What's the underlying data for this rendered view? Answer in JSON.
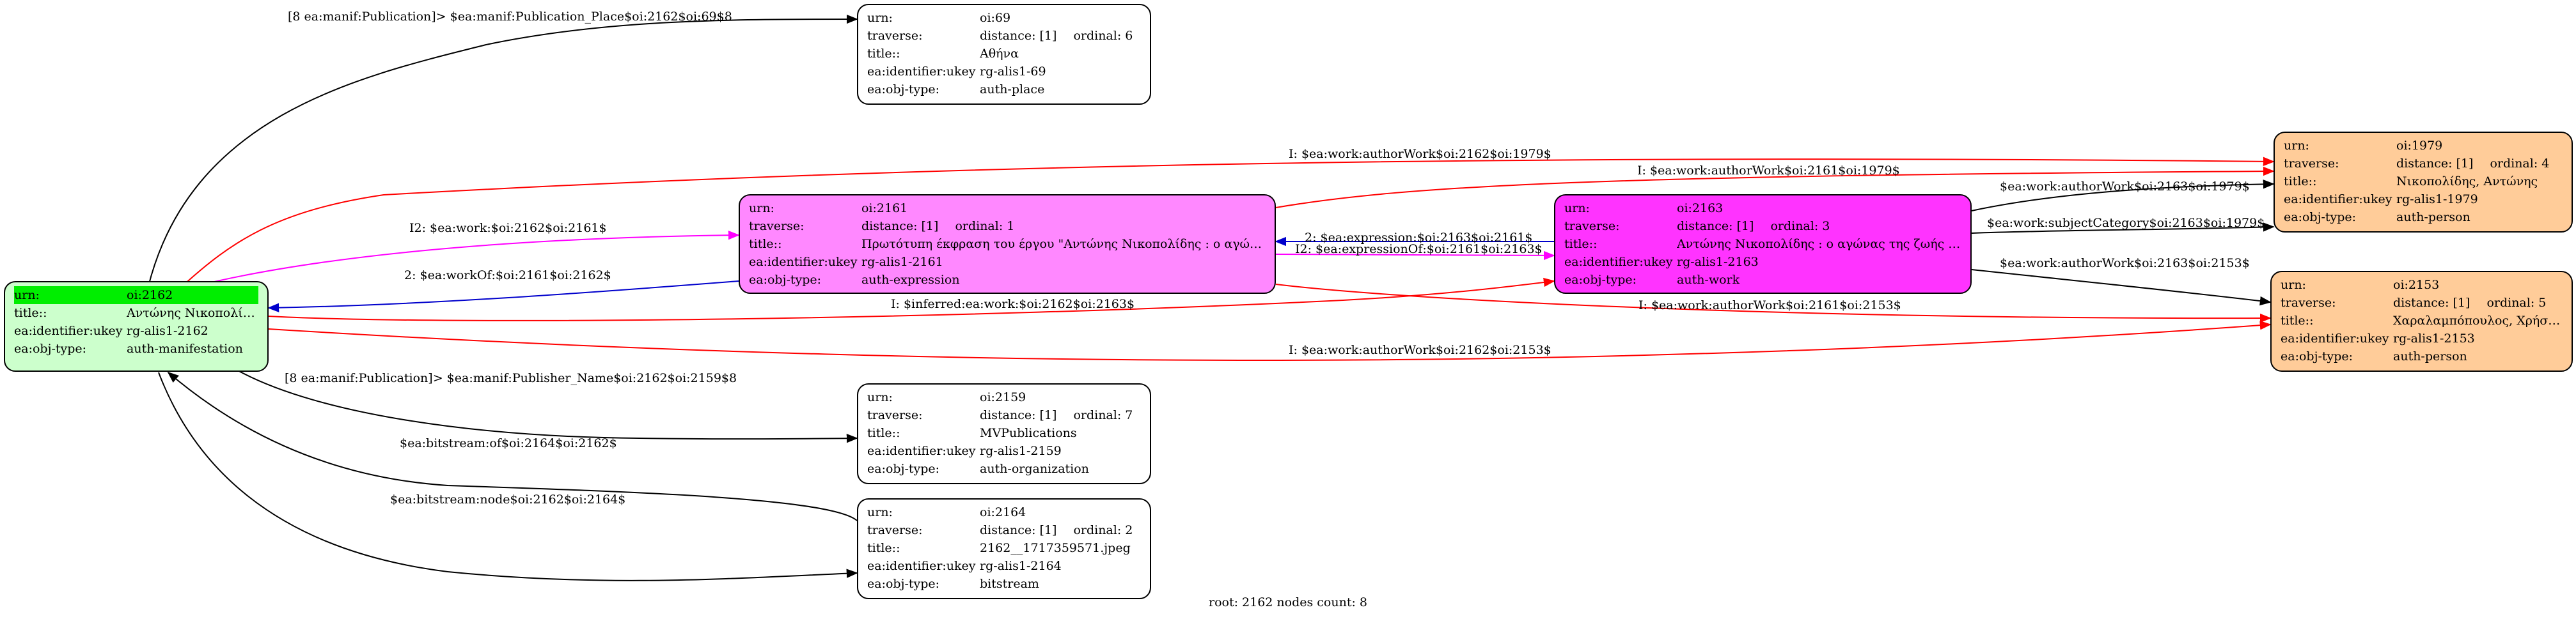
{
  "nodes": {
    "n2162": {
      "fill": "#ccffcc",
      "highlight": "#00ee00",
      "urn": "oi:2162",
      "title": "Αντώνης Νικοπολίδης",
      "ukey": "rg-alis1-2162",
      "objtype": "auth-manifestation"
    },
    "n69": {
      "fill": "#ffffff",
      "urn": "oi:69",
      "distance": "distance: [1]",
      "ordinal": "ordinal: 6",
      "title": "Αθήνα",
      "ukey": "rg-alis1-69",
      "objtype": "auth-place"
    },
    "n2161": {
      "fill": "#ff88ff",
      "urn": "oi:2161",
      "distance": "distance: [1]",
      "ordinal": "ordinal: 1",
      "title": "Πρωτότυπη έκφραση του έργου \"Αντώνης Νικοπολίδης : ο αγώνα...",
      "ukey": "rg-alis1-2161",
      "objtype": "auth-expression"
    },
    "n2163": {
      "fill": "#ff33ff",
      "urn": "oi:2163",
      "distance": "distance: [1]",
      "ordinal": "ordinal: 3",
      "title": "Αντώνης Νικοπολίδης : ο αγώνας της ζωής μου",
      "ukey": "rg-alis1-2163",
      "objtype": "auth-work"
    },
    "n1979": {
      "fill": "#ffcc99",
      "urn": "oi:1979",
      "distance": "distance: [1]",
      "ordinal": "ordinal: 4",
      "title": "Νικοπολίδης, Αντώνης",
      "ukey": "rg-alis1-1979",
      "objtype": "auth-person"
    },
    "n2153": {
      "fill": "#ffcc99",
      "urn": "oi:2153",
      "distance": "distance: [1]",
      "ordinal": "ordinal: 5",
      "title": "Χαραλαμπόπουλος, Χρήστος",
      "ukey": "rg-alis1-2153",
      "objtype": "auth-person"
    },
    "n2159": {
      "fill": "#ffffff",
      "urn": "oi:2159",
      "distance": "distance: [1]",
      "ordinal": "ordinal: 7",
      "title": "MVPublications",
      "ukey": "rg-alis1-2159",
      "objtype": "auth-organization"
    },
    "n2164": {
      "fill": "#ffffff",
      "urn": "oi:2164",
      "distance": "distance: [1]",
      "ordinal": "ordinal: 2",
      "title": "2162__1717359571.jpeg",
      "ukey": "rg-alis1-2164",
      "objtype": "bitstream"
    }
  },
  "keys": {
    "urn": "urn:",
    "traverse": "traverse:",
    "title": "title::",
    "ukey": "ea:identifier:ukey",
    "objtype": "ea:obj-type:"
  },
  "edges": {
    "e_place": {
      "label": "[8 ea:manif:Publication]> $ea:manif:Publication_Place$oi:2162$oi:69$8",
      "color": "#000000"
    },
    "e_author_2162_1979": {
      "label": "I: $ea:work:authorWork$oi:2162$oi:1979$",
      "color": "#ff0000"
    },
    "e_author_2161_1979": {
      "label": "I: $ea:work:authorWork$oi:2161$oi:1979$",
      "color": "#ff0000"
    },
    "e_author_2163_1979": {
      "label": "$ea:work:authorWork$oi:2163$oi:1979$",
      "color": "#000000"
    },
    "e_subject_2163_1979": {
      "label": "$ea:work:subjectCategory$oi:2163$oi:1979$",
      "color": "#000000"
    },
    "e_work_2162_2161": {
      "label": "I2: $ea:work:$oi:2162$oi:2161$",
      "color": "#ff00ff"
    },
    "e_workof": {
      "label": "2: $ea:workOf:$oi:2161$oi:2162$",
      "color": "#0000cc"
    },
    "e_expression": {
      "label": "2: $ea:expression:$oi:2163$oi:2161$",
      "color": "#0000cc"
    },
    "e_expressionof": {
      "label": "I2: $ea:expressionOf:$oi:2161$oi:2163$",
      "color": "#ff00ff"
    },
    "e_author_2163_2153": {
      "label": "$ea:work:authorWork$oi:2163$oi:2153$",
      "color": "#000000"
    },
    "e_inferred": {
      "label": "I: $inferred:ea:work:$oi:2162$oi:2163$",
      "color": "#ff0000"
    },
    "e_author_2161_2153": {
      "label": "I: $ea:work:authorWork$oi:2161$oi:2153$",
      "color": "#ff0000"
    },
    "e_author_2162_2153": {
      "label": "I: $ea:work:authorWork$oi:2162$oi:2153$",
      "color": "#ff0000"
    },
    "e_publisher": {
      "label": "[8 ea:manif:Publication]> $ea:manif:Publisher_Name$oi:2162$oi:2159$8",
      "color": "#000000"
    },
    "e_bitstreamof": {
      "label": "$ea:bitstream:of$oi:2164$oi:2162$",
      "color": "#000000"
    },
    "e_bitstreamnode": {
      "label": "$ea:bitstream:node$oi:2162$oi:2164$",
      "color": "#000000"
    }
  },
  "footer": "root: 2162 nodes count: 8"
}
